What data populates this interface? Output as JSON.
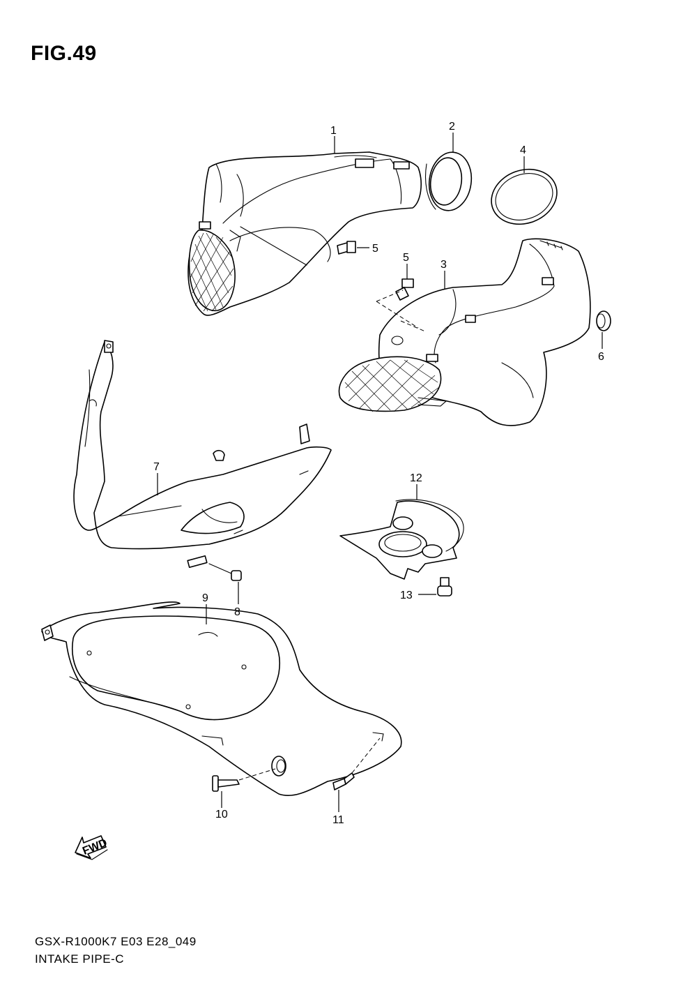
{
  "figure": {
    "title": "FIG.49"
  },
  "callouts": [
    {
      "id": "1",
      "label": "1"
    },
    {
      "id": "2",
      "label": "2"
    },
    {
      "id": "3",
      "label": "3"
    },
    {
      "id": "4",
      "label": "4"
    },
    {
      "id": "5a",
      "label": "5"
    },
    {
      "id": "5b",
      "label": "5"
    },
    {
      "id": "6",
      "label": "6"
    },
    {
      "id": "7",
      "label": "7"
    },
    {
      "id": "8",
      "label": "8"
    },
    {
      "id": "9",
      "label": "9"
    },
    {
      "id": "10",
      "label": "10"
    },
    {
      "id": "11",
      "label": "11"
    },
    {
      "id": "12",
      "label": "12"
    },
    {
      "id": "13",
      "label": "13"
    }
  ],
  "direction_badge": {
    "label": "FWD"
  },
  "footer": {
    "model_code": "GSX-R1000K7 E03 E28_049",
    "section_name": "INTAKE PIPE-C"
  }
}
